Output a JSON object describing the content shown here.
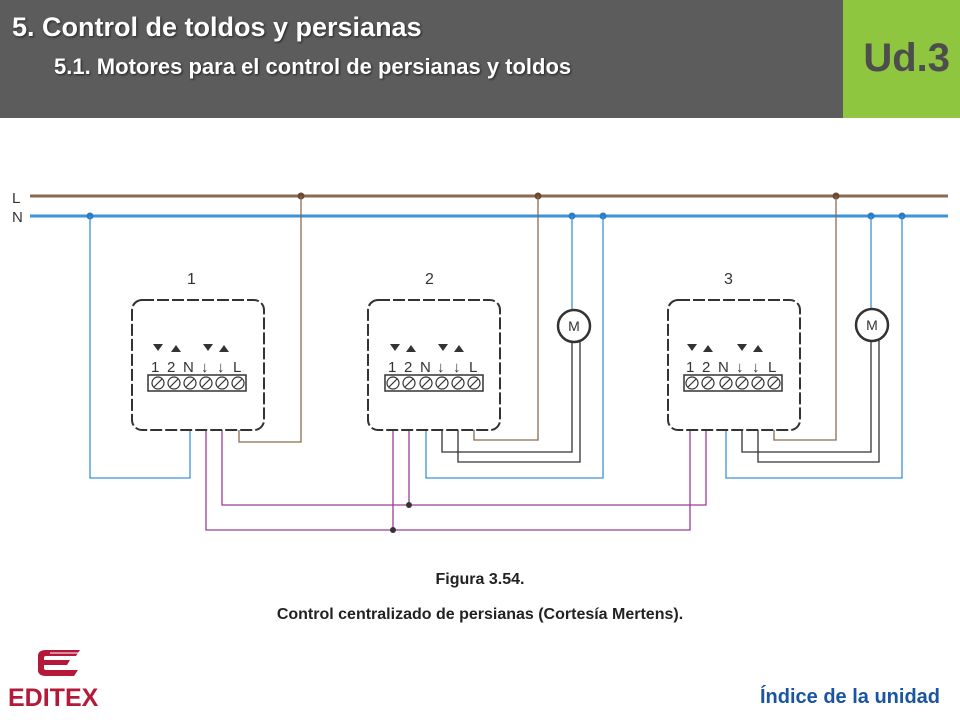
{
  "header": {
    "title": "5. Control de toldos y persianas",
    "subtitle": "5.1. Motores para el control de persianas y toldos",
    "unit_label": "Ud.3"
  },
  "colors": {
    "header_bg": "#5c5c5c",
    "unit_bg": "#8ec63f",
    "line_L": "#8b6a4f",
    "line_N": "#3d93d8",
    "bus": "#9a3d9a",
    "brand": "#b5193a",
    "link": "#1a55a0"
  },
  "diagram": {
    "line_labels": [
      "L",
      "N"
    ],
    "switches": [
      {
        "number": "1",
        "terminals": [
          "1",
          "2",
          "N",
          "↓",
          "↓",
          "L"
        ]
      },
      {
        "number": "2",
        "terminals": [
          "1",
          "2",
          "N",
          "↓",
          "↓",
          "L"
        ]
      },
      {
        "number": "3",
        "terminals": [
          "1",
          "2",
          "N",
          "↓",
          "↓",
          "L"
        ]
      }
    ],
    "motor_label": "M"
  },
  "caption": {
    "figure": "Figura 3.54.",
    "text": "Control centralizado de persianas (Cortesía Mertens)."
  },
  "footer": {
    "logo_text": "EDITEX",
    "index_link": "Índice de la unidad"
  }
}
